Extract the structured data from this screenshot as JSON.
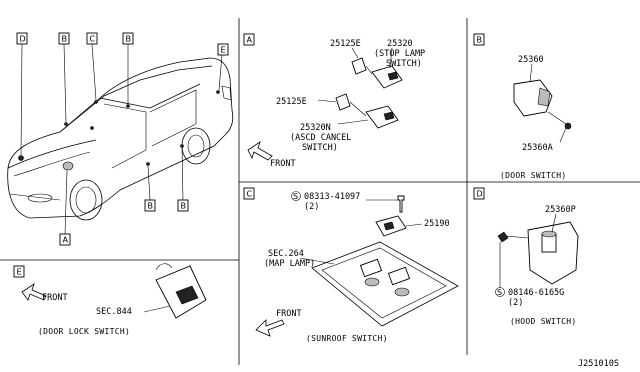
{
  "diagram_code": "J251010S",
  "car_callouts": [
    "D",
    "B",
    "C",
    "B",
    "E",
    "A",
    "B",
    "B"
  ],
  "panel_a": {
    "letter": "A",
    "parts": [
      "25125E",
      "25320",
      "25125E",
      "25320N"
    ],
    "stop_lamp_line1": "(STOP LAMP",
    "stop_lamp_line2": "SWITCH)",
    "ascd_line1": "(ASCD CANCEL",
    "ascd_line2": "SWITCH)",
    "front": "FRONT"
  },
  "panel_b": {
    "letter": "B",
    "part1": "25360",
    "part2": "25360A",
    "caption": "(DOOR SWITCH)"
  },
  "panel_c": {
    "letter": "C",
    "screw_prefix": "S",
    "screw_part": "08313-41097",
    "screw_qty": "(2)",
    "part": "25190",
    "sec_line1": "SEC.264",
    "sec_line2": "(MAP LAMP)",
    "front": "FRONT",
    "caption": "(SUNROOF SWITCH)"
  },
  "panel_d": {
    "letter": "D",
    "part": "25360P",
    "bolt_prefix": "S",
    "bolt_part": "08146-6165G",
    "bolt_qty": "(2)",
    "caption": "(HOOD SWITCH)"
  },
  "panel_e": {
    "letter": "E",
    "sec": "SEC.844",
    "front": "FRONT",
    "caption": "(DOOR LOCK SWITCH)"
  }
}
